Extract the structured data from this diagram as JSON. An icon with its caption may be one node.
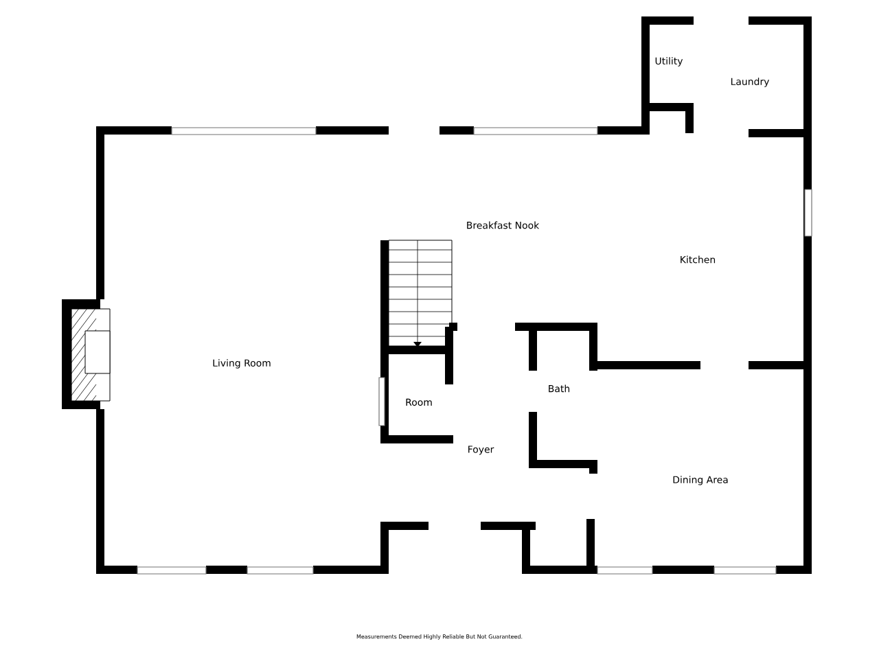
{
  "diagram": {
    "labels": [
      "Utility",
      "Laundry",
      "Breakfast Nook",
      "Kitchen",
      "Living Room",
      "Room",
      "Bath",
      "Foyer",
      "Dining Area",
      "Measurements Deemed Highly Reliable But Not Guaranteed."
    ]
  }
}
